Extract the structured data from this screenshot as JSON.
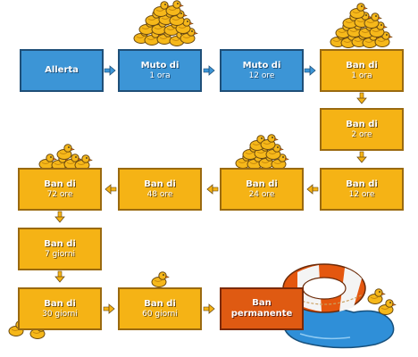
{
  "steps": [
    {
      "line1": "Allerta",
      "line2": "",
      "color": "#3c95d6"
    },
    {
      "line1": "Muto di",
      "line2": "1 ora",
      "color": "#3c95d6"
    },
    {
      "line1": "Muto di",
      "line2": "12 ore",
      "color": "#3c95d6"
    },
    {
      "line1": "Ban di",
      "line2": "1 ora",
      "color": "#f5b315"
    },
    {
      "line1": "Ban di",
      "line2": "2 ore",
      "color": "#f5b315"
    },
    {
      "line1": "Ban di",
      "line2": "12 ore",
      "color": "#f5b315"
    },
    {
      "line1": "Ban di",
      "line2": "24 ore",
      "color": "#f5b315"
    },
    {
      "line1": "Ban di",
      "line2": "48 ore",
      "color": "#f5b315"
    },
    {
      "line1": "Ban di",
      "line2": "72 ore",
      "color": "#f5b315"
    },
    {
      "line1": "Ban di",
      "line2": "7 giorni",
      "color": "#f5b315"
    },
    {
      "line1": "Ban di",
      "line2": "30 giorni",
      "color": "#f5b315"
    },
    {
      "line1": "Ban di",
      "line2": "60 giorni",
      "color": "#f5b315"
    },
    {
      "line1": "Ban",
      "line2": "permanente",
      "color": "#df5a12"
    }
  ],
  "icons": [
    "rubber-duck-icon",
    "duck-pile-icon",
    "life-ring-icon",
    "water-puddle-icon",
    "arrow-icon"
  ]
}
